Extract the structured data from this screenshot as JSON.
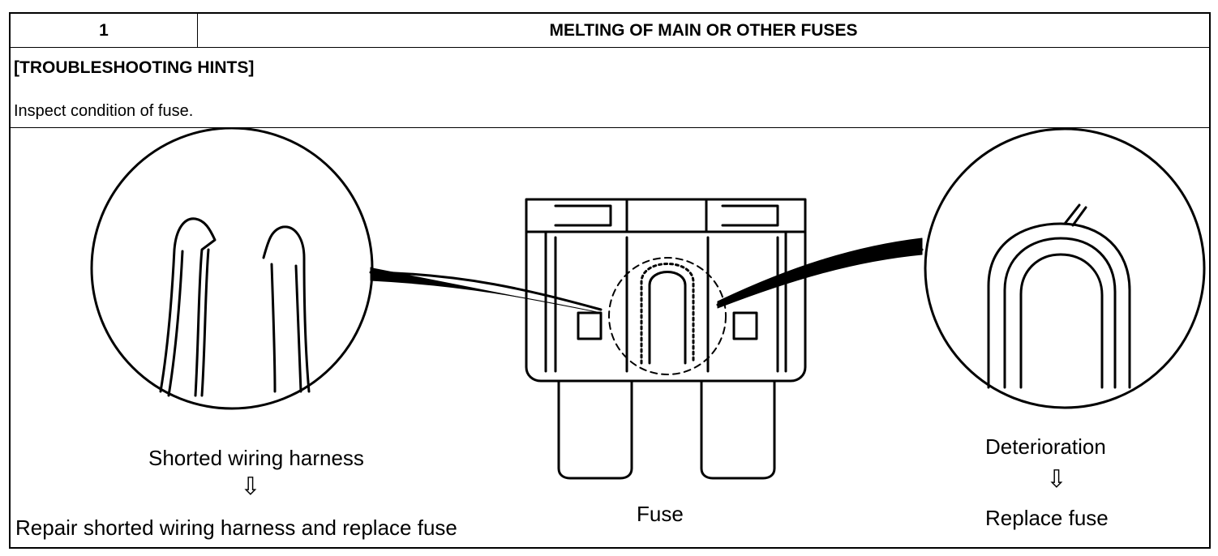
{
  "header": {
    "step_number": "1",
    "title": "MELTING OF MAIN OR OTHER FUSES"
  },
  "hints": {
    "heading": "[TROUBLESHOOTING HINTS]",
    "text": "Inspect condition of fuse."
  },
  "illustration": {
    "left_cause": "Shorted wiring harness",
    "left_remedy": "Repair shorted wiring harness and replace fuse",
    "center_label": "Fuse",
    "right_cause": "Deterioration",
    "right_remedy": "Replace fuse",
    "arrow_glyph": "⇩"
  }
}
